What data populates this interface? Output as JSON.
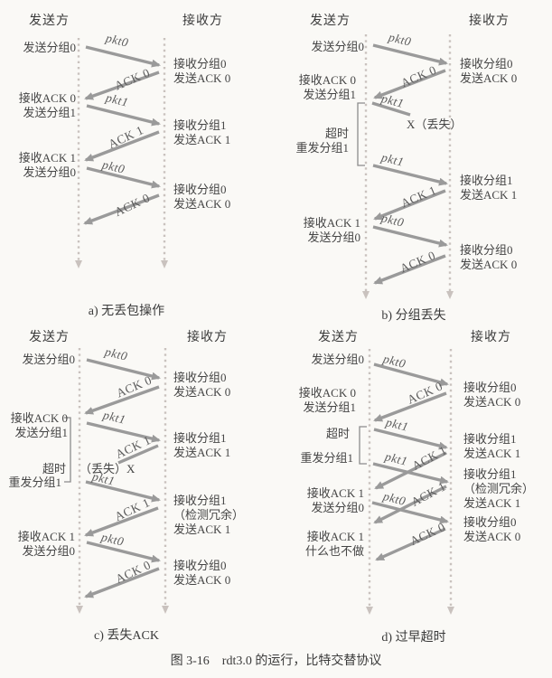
{
  "figure_caption": "图 3-16　rdt3.0 的运行，比特交替协议",
  "colors": {
    "arrow": "#9a9a9a",
    "timeline": "#c9c2be",
    "text": "#454545",
    "background": "#faf9f6"
  },
  "panels": {
    "a": {
      "caption": "a) 无丢包操作",
      "sender_title": "发送方",
      "receiver_title": "接收方",
      "notes": {
        "s1": "发送分组0",
        "r1a": "接收分组0",
        "r1b": "发送ACK 0",
        "s2a": "接收ACK 0",
        "s2b": "发送分组1",
        "r2a": "接收分组1",
        "r2b": "发送ACK 1",
        "s3a": "接收ACK 1",
        "s3b": "发送分组0",
        "r3a": "接收分组0",
        "r3b": "发送ACK 0"
      },
      "msgs": {
        "m1": "pkt0",
        "m2": "ACK 0",
        "m3": "pkt1",
        "m4": "ACK 1",
        "m5": "pkt0",
        "m6": "ACK 0"
      }
    },
    "b": {
      "caption": "b) 分组丢失",
      "sender_title": "发送方",
      "receiver_title": "接收方",
      "notes": {
        "s1": "发送分组0",
        "r1a": "接收分组0",
        "r1b": "发送ACK 0",
        "s2a": "接收ACK 0",
        "s2b": "发送分组1",
        "lost": "X（丢失）",
        "t1": "超时",
        "t2": "重发分组1",
        "r2a": "接收分组1",
        "r2b": "发送ACK 1",
        "s3a": "接收ACK 1",
        "s3b": "发送分组0",
        "r3a": "接收分组0",
        "r3b": "发送ACK 0"
      },
      "msgs": {
        "m1": "pkt0",
        "m2": "ACK 0",
        "m3": "pkt1",
        "m4": "pkt1",
        "m5": "ACK 1",
        "m6": "pkt0",
        "m7": "ACK 0"
      }
    },
    "c": {
      "caption": "c) 丢失ACK",
      "sender_title": "发送方",
      "receiver_title": "接收方",
      "notes": {
        "s1": "发送分组0",
        "r1a": "接收分组0",
        "r1b": "发送ACK 0",
        "s2a": "接收ACK 0",
        "s2b": "发送分组1",
        "r2a": "接收分组1",
        "r2b": "发送ACK 1",
        "lost": "（丢失）X",
        "t1": "超时",
        "t2": "重发分组1",
        "r3a": "接收分组1",
        "r3b": "（检测冗余）",
        "r3c": "发送ACK 1",
        "s3a": "接收ACK 1",
        "s3b": "发送分组0",
        "r4a": "接收分组0",
        "r4b": "发送ACK 0"
      },
      "msgs": {
        "m1": "pkt0",
        "m2": "ACK 0",
        "m3": "pkt1",
        "m4": "ACK 1",
        "m5": "pkt1",
        "m6": "ACK 1",
        "m7": "pkt0",
        "m8": "ACK 0"
      }
    },
    "d": {
      "caption": "d) 过早超时",
      "sender_title": "发送方",
      "receiver_title": "接收方",
      "notes": {
        "s1": "发送分组0",
        "r1a": "接收分组0",
        "r1b": "发送ACK 0",
        "s2a": "接收ACK 0",
        "s2b": "发送分组1",
        "t1": "超时",
        "t2": "重发分组1",
        "r2a": "接收分组1",
        "r2b": "发送ACK 1",
        "r3a": "接收分组1",
        "r3b": "（检测冗余）",
        "r3c": "发送ACK 1",
        "s3a": "接收ACK 1",
        "s3b": "发送分组0",
        "r4a": "接收分组0",
        "r4b": "发送ACK 0",
        "s4a": "接收ACK 1",
        "s4b": "什么也不做"
      },
      "msgs": {
        "m1": "pkt0",
        "m2": "ACK 0",
        "m3": "pkt1",
        "m4": "pkt1",
        "m5": "ACK 1",
        "m6": "pkt0",
        "m7": "ACK 1",
        "m8": "ACK 0"
      }
    }
  }
}
